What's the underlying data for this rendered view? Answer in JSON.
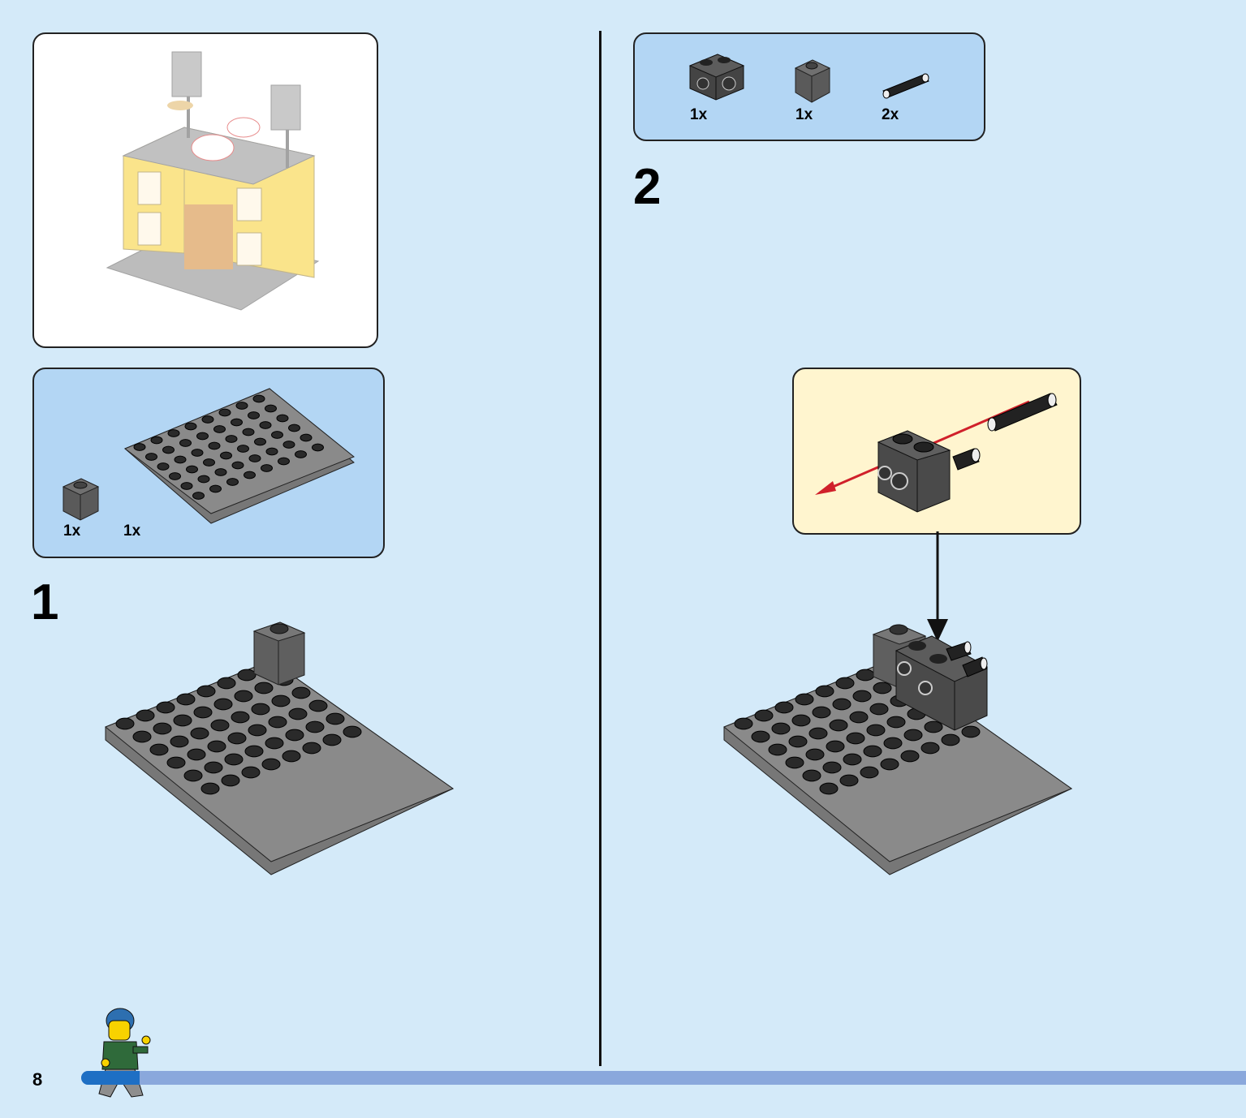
{
  "page": {
    "number": "8"
  },
  "progress": {
    "fraction": 0.05
  },
  "preview": {
    "image": "completed-model-preview"
  },
  "step1": {
    "number": "1",
    "parts": [
      {
        "name": "brick-1x1-dark-gray",
        "qty": "1x"
      },
      {
        "name": "plate-6x8-dark-gray",
        "qty": "1x"
      }
    ]
  },
  "step2": {
    "number": "2",
    "parts": [
      {
        "name": "technic-brick-1x2-black",
        "qty": "1x"
      },
      {
        "name": "brick-1x1-dark-gray",
        "qty": "1x"
      },
      {
        "name": "technic-pin-black",
        "qty": "2x"
      }
    ],
    "callout": {
      "image": "insert-pins-into-technic-brick",
      "arrow_color": "#d0202a"
    }
  },
  "colors": {
    "background": "#d4eaf9",
    "parts_box": "#b3d6f4",
    "callout": "#fff5cf",
    "progress": "#8aa8dc",
    "progress_fill": "#1e6fc4"
  }
}
